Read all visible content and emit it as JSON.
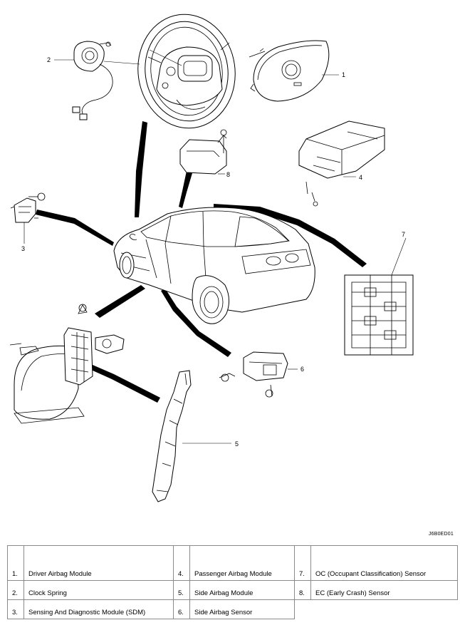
{
  "figure_code": "J6B0ED01",
  "callouts": [
    "1",
    "2",
    "3",
    "4",
    "5",
    "6",
    "7",
    "8"
  ],
  "legend": [
    [
      {
        "num": "1.",
        "label": "Driver Airbag Module"
      },
      {
        "num": "4.",
        "label": "Passenger Airbag Module"
      },
      {
        "num": "7.",
        "label": "OC (Occupant Classification) Sensor"
      }
    ],
    [
      {
        "num": "2.",
        "label": "Clock Spring"
      },
      {
        "num": "5.",
        "label": "Side Airbag Module"
      },
      {
        "num": "8.",
        "label": "EC (Early Crash) Sensor"
      }
    ],
    [
      {
        "num": "3.",
        "label": "Sensing And Diagnostic Module (SDM)"
      },
      {
        "num": "6.",
        "label": "Side Airbag Sensor"
      },
      {
        "num": "",
        "label": ""
      }
    ]
  ]
}
